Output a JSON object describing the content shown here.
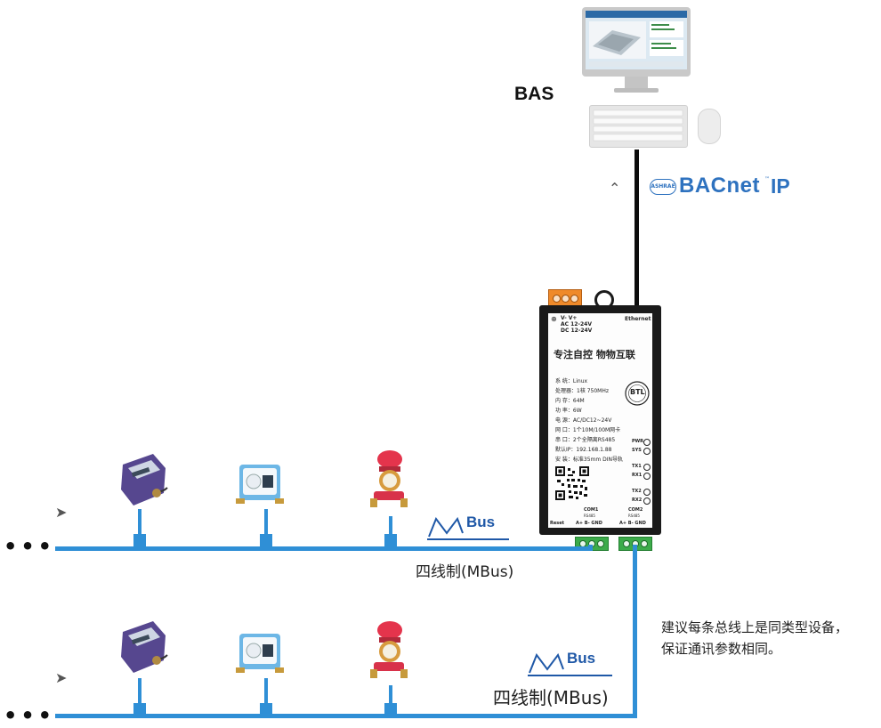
{
  "computer": {
    "label": "BAS"
  },
  "bacnet": {
    "ashrae": "ASHRAE",
    "word": "BACnet",
    "tm": "™",
    "suffix": "IP"
  },
  "gateway": {
    "power_label_top": "V-    V+",
    "power_ac": "AC 12-24V",
    "power_dc": "DC 12-24V",
    "ethernet_label": "Ethernet",
    "slogan": "专注自控  物物互联",
    "specs": [
      "系  统：Linux",
      "处理器：1核 750MHz",
      "内  存：64M",
      "功  率：6W",
      "电  源：AC/DC12~24V",
      "网  口：1个10M/100M网卡",
      "串  口：2个全隔离RS485",
      "默认IP：192.168.1.88",
      "安  装：标准35mm DIN导轨"
    ],
    "leds": [
      "PWR",
      "SYS",
      "TX1",
      "RX1",
      "TX2",
      "RX2"
    ],
    "btl_logo": "BTL",
    "reset_label": "Reset",
    "com1": {
      "name": "COM1",
      "sub": "RS485",
      "pins": "A+  B-  GND"
    },
    "com2": {
      "name": "COM2",
      "sub": "RS485",
      "pins": "A+  B-  GND"
    }
  },
  "bus_line_1": {
    "logo": "Bus",
    "caption": "四线制(MBus)"
  },
  "bus_line_2": {
    "logo": "Bus",
    "caption": "四线制(MBus)"
  },
  "note": {
    "line1": "建议每条总线上是同类型设备，",
    "line2": "保证通讯参数相同。"
  },
  "ellipsis": "•••",
  "arrow_glyph": "➤",
  "up_arrow_glyph": "⌃",
  "colors": {
    "bus_wire": "#2f8fd6",
    "ethernet_wire": "#0c0c0c",
    "mbus_logo": "#1f58a7",
    "bacnet_logo": "#2e72bf",
    "terminal_green": "#3cab4a",
    "terminal_orange": "#ef8a2a"
  }
}
